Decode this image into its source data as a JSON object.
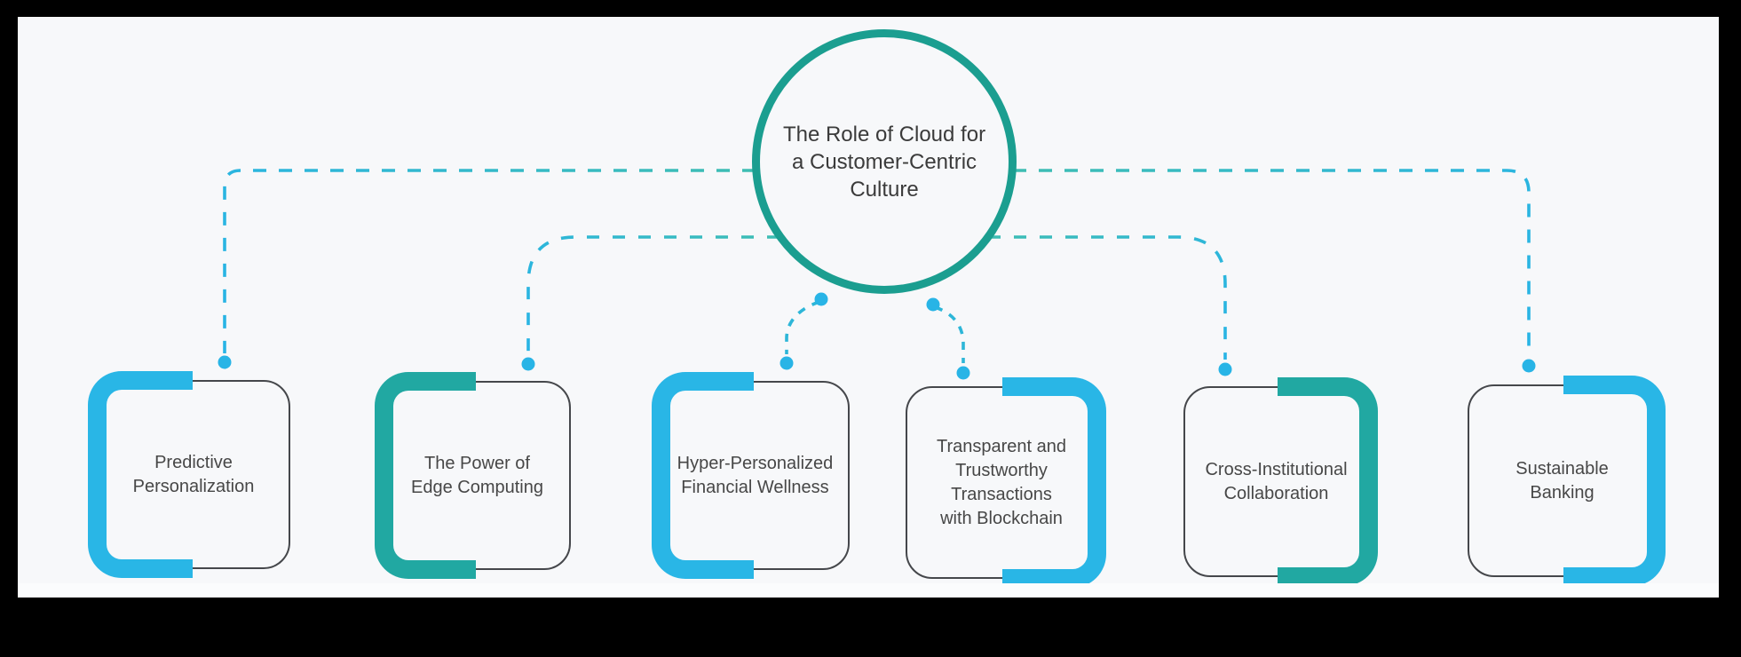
{
  "diagram": {
    "center_label": "The Role of Cloud for\na Customer-Centric\nCulture",
    "nodes": [
      {
        "label": "Predictive\nPersonalization",
        "accent": "cyan"
      },
      {
        "label": "The Power of\nEdge Computing",
        "accent": "teal"
      },
      {
        "label": "Hyper-Personalized\nFinancial Wellness",
        "accent": "cyan"
      },
      {
        "label": "Transparent and\nTrustworthy\nTransactions\nwith Blockchain",
        "accent": "cyan"
      },
      {
        "label": "Cross-Institutional\nCollaboration",
        "accent": "teal"
      },
      {
        "label": "Sustainable\nBanking",
        "accent": "cyan"
      }
    ],
    "colors": {
      "accent_cyan": "#29b6e6",
      "accent_teal": "#21a8a2",
      "circle_stroke": "#1b9e90",
      "connector_teal": "#3ebdb2",
      "connector_cyan": "#28b4e6",
      "node_border": "#45474b",
      "text": "#474747",
      "canvas_bg": "#f7f8fa",
      "frame": "#000000"
    }
  }
}
